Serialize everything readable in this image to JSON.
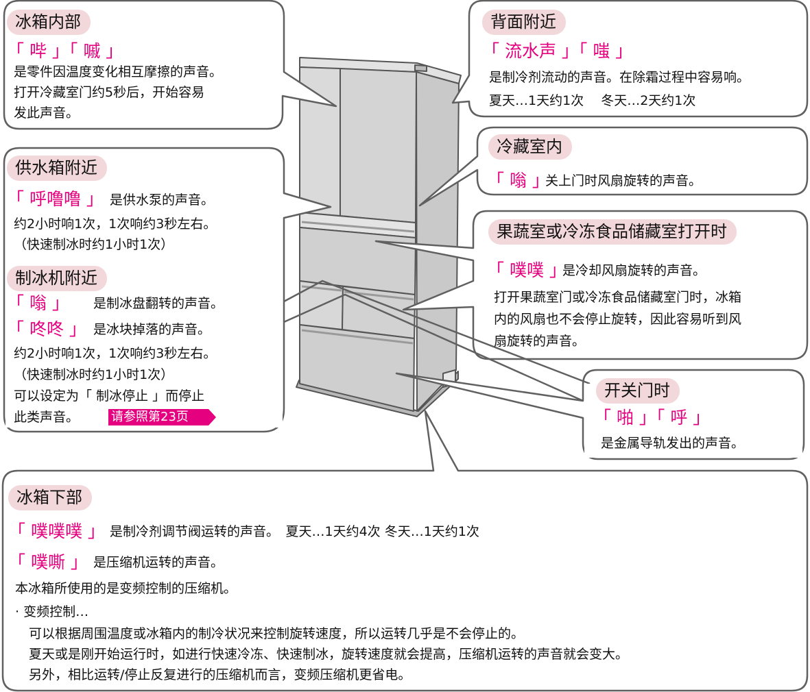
{
  "colors": {
    "accent": "#e4007f",
    "title_bg": "#f2d8da",
    "border": "#606060",
    "fridge": "#d6d6d6"
  },
  "fridge_inside": {
    "title": "冰箱内部",
    "sound": "「 哔 」「 嘁 」",
    "lines": [
      "是零件因温度变化相互摩擦的声音。",
      "打开冷藏室门约5秒后，开始容易",
      "发此声音。"
    ]
  },
  "back": {
    "title": "背面附近",
    "sound": "「 流水声 」「 嗤 」",
    "lines": [
      "是制冷剂流动的声音。在除霜过程中容易响。",
      "夏天…1天约1次　 冬天…2天约1次"
    ]
  },
  "water_tank": {
    "title": "供水箱附近",
    "sound": "「 呼噜噜 」",
    "sound_desc": "是供水泵的声音。",
    "lines": [
      "约2小时响1次，1次响约3秒左右。",
      "（快速制冰时约1小时1次）"
    ]
  },
  "ice_maker": {
    "title": "制冰机附近",
    "sound1": "「 嗡 」",
    "desc1": "是制冰盘翻转的声音。",
    "sound2": "「 咚咚 」",
    "desc2": "是冰块掉落的声音。",
    "lines": [
      "约2小时响1次，1次响约3秒左右。",
      "（快速制冰时约1小时1次）",
      "可以设定为「 制冰停止 」而停止"
    ],
    "last_line": "此类声音。",
    "ref": "请参照第23页"
  },
  "fridge_room": {
    "title": "冷藏室内",
    "sound": "「 嗡 」",
    "desc": "关上门时风扇旋转的声音。"
  },
  "veg_freezer": {
    "title": "果蔬室或冷冻食品储藏室打开时",
    "sound": "「 噗噗 」",
    "sound_desc": "是冷却风扇旋转的声音。",
    "lines": [
      "打开果蔬室门或冷冻食品储藏室门时，冰箱",
      "内的风扇也不会停止旋转，因此容易听到风",
      "扇旋转的声音。"
    ]
  },
  "door": {
    "title": "开关门时",
    "sound": "「 啪 」「 呼 」",
    "desc": "是金属导轨发出的声音。"
  },
  "bottom": {
    "title": "冰箱下部",
    "sound1": "「 噗噗噗 」",
    "desc1": "是制冷剂调节阀运转的声音。　夏天…1天约4次  冬天…1天约1次",
    "sound2": "「 噗嘶 」",
    "desc2": "是压缩机运转的声音。",
    "line1": "本冰箱所使用的是变频控制的压缩机。",
    "line2": "· 变频控制…",
    "details": [
      "可以根据周围温度或冰箱内的制冷状况来控制旋转速度，所以运转几乎是不会停止的。",
      "夏天或是刚开始运行时，如进行快速冷冻、快速制冰，旋转速度就会提高，压缩机运转的声音就会变大。",
      "另外，相比运转/停止反复进行的压缩机而言，变频压缩机更省电。"
    ]
  }
}
